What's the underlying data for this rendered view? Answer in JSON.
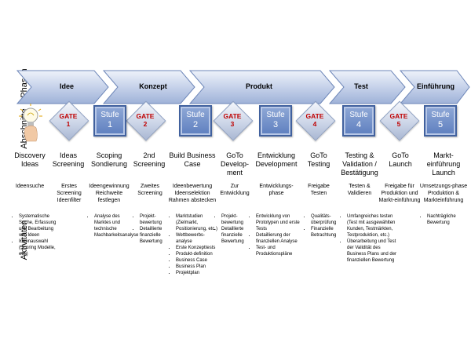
{
  "labels": {
    "phasen": "Phasen",
    "abschnitte": "Abschnitte",
    "aktivitaeten": "Aktivitäten"
  },
  "phases": [
    "Idee",
    "Konzept",
    "Produkt",
    "Test",
    "Einführung"
  ],
  "gates": [
    {
      "word": "GATE",
      "num": "1"
    },
    {
      "word": "GATE",
      "num": "2"
    },
    {
      "word": "GATE",
      "num": "3"
    },
    {
      "word": "GATE",
      "num": "4"
    },
    {
      "word": "GATE",
      "num": "5"
    }
  ],
  "stufen": [
    {
      "word": "Stufe",
      "num": "1"
    },
    {
      "word": "Stufe",
      "num": "2"
    },
    {
      "word": "Stufe",
      "num": "3"
    },
    {
      "word": "Stufe",
      "num": "4"
    },
    {
      "word": "Stufe",
      "num": "5"
    }
  ],
  "columns": [
    {
      "title": "Discovery Ideas",
      "sub": "Ideensuche",
      "items": [
        "Systematische Suche, Erfassung und Bearbeitung von Ideen",
        "Ideenauswahl (Scoring Modelle, etc.)"
      ]
    },
    {
      "title": "Ideas Screening",
      "sub": "Erstes Screening Ideenfilter",
      "items": []
    },
    {
      "title": "Scoping Sondierung",
      "sub": "Ideengewinnung Reichweite festlegen",
      "items": [
        "Analyse des Marktes und technische Machbarkeitsanalyse"
      ]
    },
    {
      "title": "2nd Screening",
      "sub": "Zweites Screening",
      "items": [
        "Projekt-bewertung",
        "Detaillierte finanzielle Bewertung"
      ]
    },
    {
      "title": "Build Business Case",
      "sub": "Ideenbewertung Ideenselektion Rahmen abstecken",
      "items": [
        "Marktstudien (Zielmarkt, Positionierung, etc.)",
        "Wettbewerbs-analyse",
        "Erste Konzepttests",
        "Produkt-definition",
        "Business Case",
        "Business Plan",
        "Projektplan"
      ]
    },
    {
      "title": "GoTo Develop-ment",
      "sub": "Zur Entwicklung",
      "items": [
        "Projekt-bewertung",
        "Detaillierte finanzielle Bewertung"
      ]
    },
    {
      "title": "Entwicklung Development",
      "sub": "Entwicklungs-phase",
      "items": [
        "Entwicklung von Prototypen und erste Tests",
        "Detaillierung der finanziellen Analyse",
        "Test- und Produktionspläne"
      ]
    },
    {
      "title": "GoTo Testing",
      "sub": "Freigabe Testen",
      "items": [
        "Qualitäts-überprüfung",
        "Finanzielle Betrachtung"
      ]
    },
    {
      "title": "Testing & Validation / Bestätigung",
      "sub": "Testen & Validieren",
      "items": [
        "Umfangreiches testen (Test mit ausgewählten Kunden, Testmärkten, Testproduktion, etc.)",
        "Überarbeitung und Test der Validität des Business Plans und der finanziellen Bewertung"
      ]
    },
    {
      "title": "GoTo Launch",
      "sub": "Freigabe für Produktion und Markt-einführung",
      "items": []
    },
    {
      "title": "Markt-einführung Launch",
      "sub": "Umsetzungs-phase Produktion & Markteinführung",
      "items": [
        "Nachträgliche Bewertung"
      ]
    }
  ]
}
